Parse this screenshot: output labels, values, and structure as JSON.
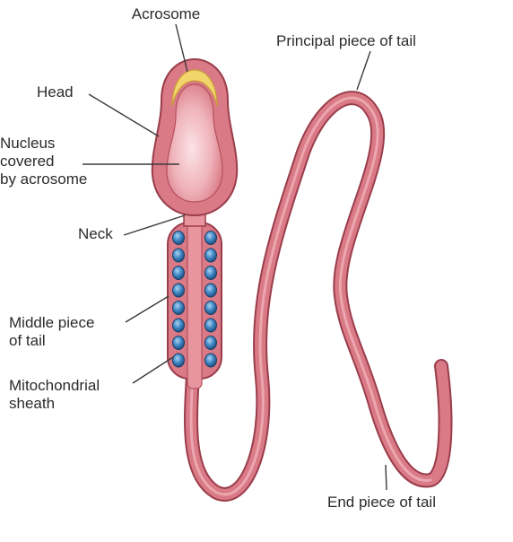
{
  "labels": {
    "acrosome": "Acrosome",
    "principal_piece": "Principal piece of tail",
    "head": "Head",
    "nucleus": "Nucleus\ncovered\nby acrosome",
    "neck": "Neck",
    "middle_piece": "Middle piece\nof tail",
    "mitochondrial_sheath": "Mitochondrial\nsheath",
    "end_piece": "End piece of tail"
  },
  "colors": {
    "body": "#d97a86",
    "body_light": "#efb2b9",
    "outline": "#9a3d4b",
    "acrosome": "#f2d56a",
    "nucleus": "#f4c5ca",
    "mitochondria": "#2f6fa8",
    "mitochondria_highlight": "#a9d2f0"
  },
  "mitochondria_per_column": 8
}
